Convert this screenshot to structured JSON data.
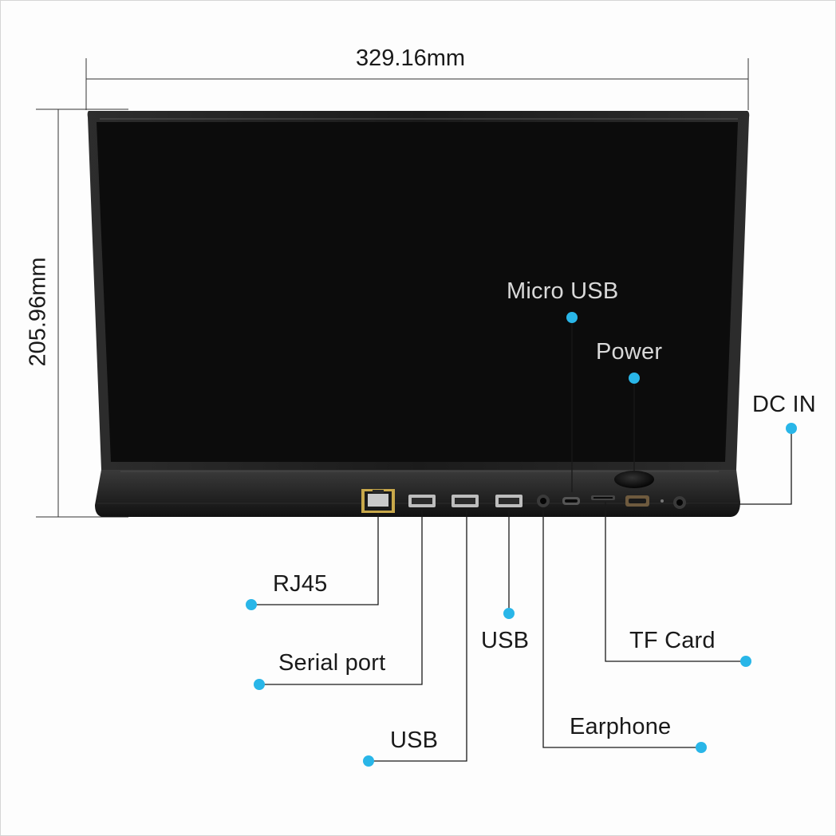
{
  "dimensions": {
    "width": "329.16mm",
    "height": "205.96mm"
  },
  "callouts": {
    "micro_usb": "Micro USB",
    "power": "Power",
    "dc_in": "DC IN",
    "rj45": "RJ45",
    "serial_port": "Serial port",
    "usb_right": "USB",
    "usb_left": "USB",
    "tf_card": "TF Card",
    "earphone": "Earphone"
  },
  "colors": {
    "callout_dot": "#29b6e8",
    "leader_line": "#1a1a1a",
    "device_body": "#121212"
  }
}
